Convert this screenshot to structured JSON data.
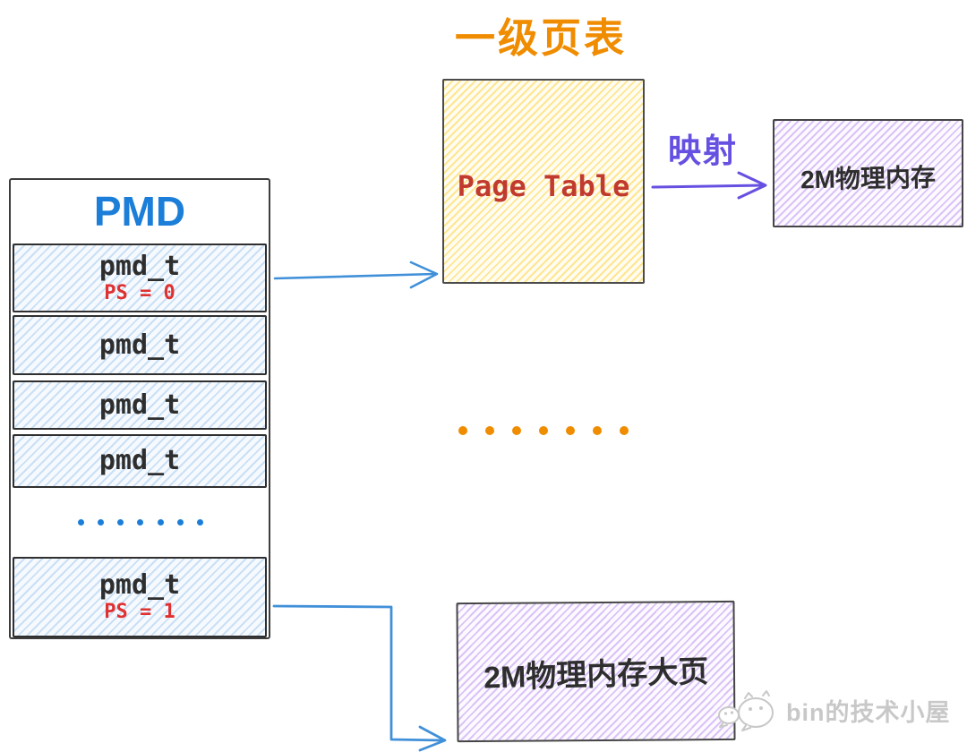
{
  "title": "一级页表",
  "pmd": {
    "title": "PMD",
    "rows": [
      {
        "label": "pmd_t",
        "flag": "PS = 0"
      },
      {
        "label": "pmd_t",
        "flag": ""
      },
      {
        "label": "pmd_t",
        "flag": ""
      },
      {
        "label": "pmd_t",
        "flag": ""
      },
      {
        "label": "pmd_t",
        "flag": "PS = 1"
      }
    ],
    "ellipsis_dot_count": 7
  },
  "page_table": {
    "label": "Page Table"
  },
  "mapping": {
    "label": "映射"
  },
  "memory_2m": {
    "label": "2M物理内存"
  },
  "huge_page": {
    "label": "2M物理内存大页"
  },
  "ellipsis": {
    "dot_count": 7
  },
  "watermark": {
    "text": "bin的技术小屋"
  },
  "colors": {
    "title_orange": "#f08c00",
    "pmd_blue": "#1b7ed8",
    "flag_red": "#e03131",
    "page_table_red": "#c13a2e",
    "mapping_purple": "#6550e1",
    "arrow_blue": "#4090d9",
    "text_dark": "#2e2e2e",
    "watermark_gray": "#c8c8c8",
    "dot_orange": "#f08c00",
    "dot_blue": "#1b7ed8"
  }
}
